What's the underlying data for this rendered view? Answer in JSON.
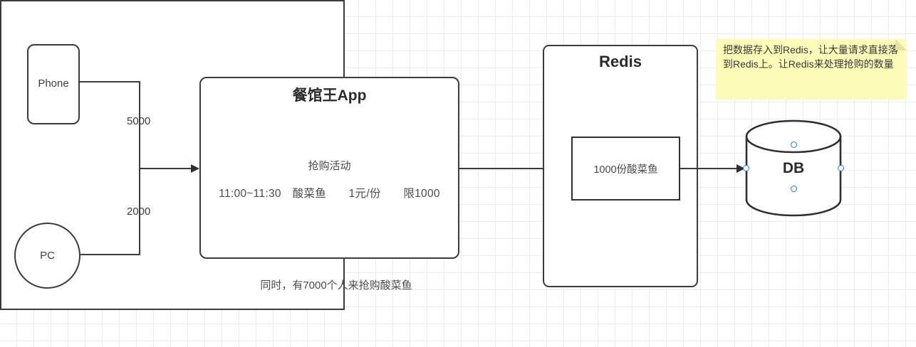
{
  "diagram": {
    "title_nodes": {
      "phone": "Phone",
      "pc": "PC",
      "app_title": "餐馆王App",
      "redis_title": "Redis",
      "db_title": "DB"
    },
    "app": {
      "activity_label": "抢购活动",
      "detail_line": "11:00~11:30　酸菜鱼　　1元/份　　限1000",
      "caption": "同时，有7000个人来抢购酸菜鱼"
    },
    "redis": {
      "stock_box_label": "1000份酸菜鱼"
    },
    "note": {
      "text": "把数据存入到Redis，让大量请求直接落到Redis上。让Redis来处理抢购的数量",
      "background_color": "#fdfbb8"
    },
    "edges": {
      "phone_label": "5000",
      "pc_label": "2000"
    },
    "colors": {
      "stroke": "#3b3b3b",
      "text": "#404040",
      "anchor": "#1a7ff0",
      "grid": "#ececec"
    }
  }
}
